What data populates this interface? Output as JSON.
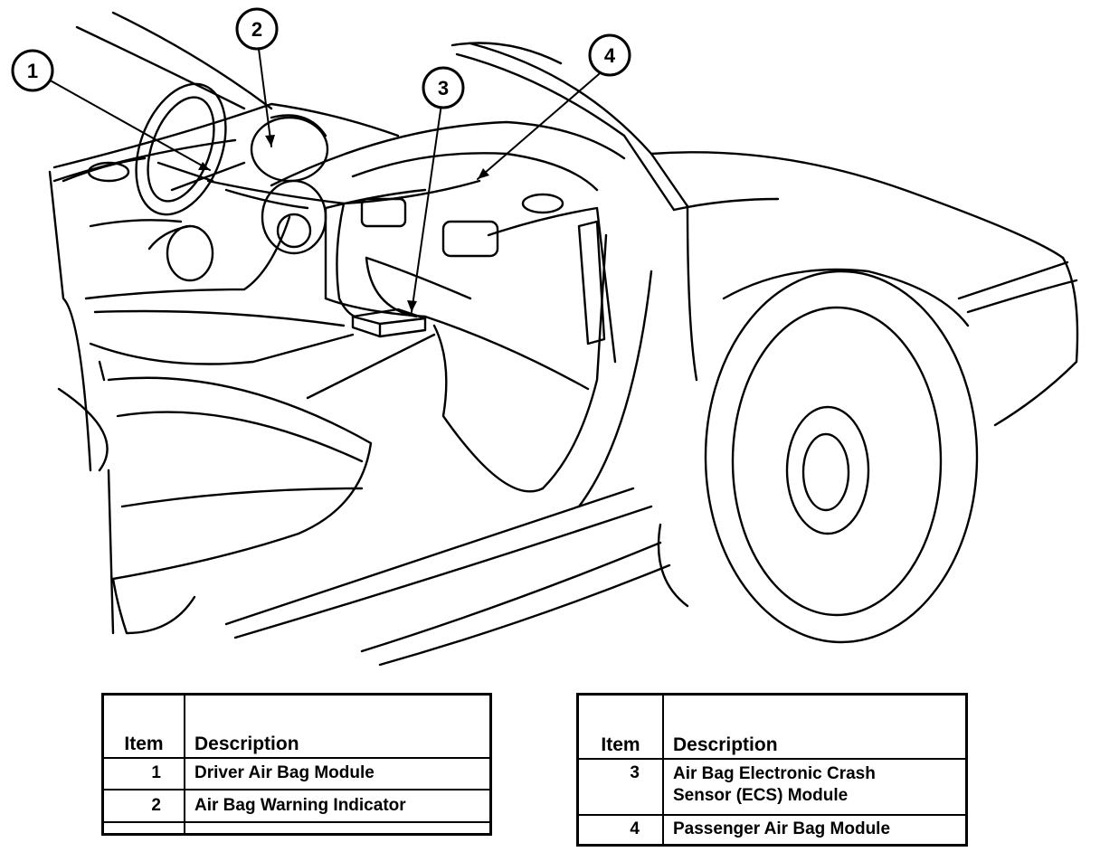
{
  "callouts": [
    "1",
    "2",
    "3",
    "4"
  ],
  "legend_left": {
    "header_item": "Item",
    "header_description": "Description",
    "rows": [
      {
        "item": "1",
        "description": "Driver Air Bag Module"
      },
      {
        "item": "2",
        "description": "Air Bag Warning Indicator"
      }
    ]
  },
  "legend_right": {
    "header_item": "Item",
    "header_description": "Description",
    "rows": [
      {
        "item": "3",
        "description_line1": "Air Bag Electronic Crash",
        "description_line2": "Sensor (ECS) Module"
      },
      {
        "item": "4",
        "description": "Passenger Air Bag Module"
      }
    ]
  }
}
